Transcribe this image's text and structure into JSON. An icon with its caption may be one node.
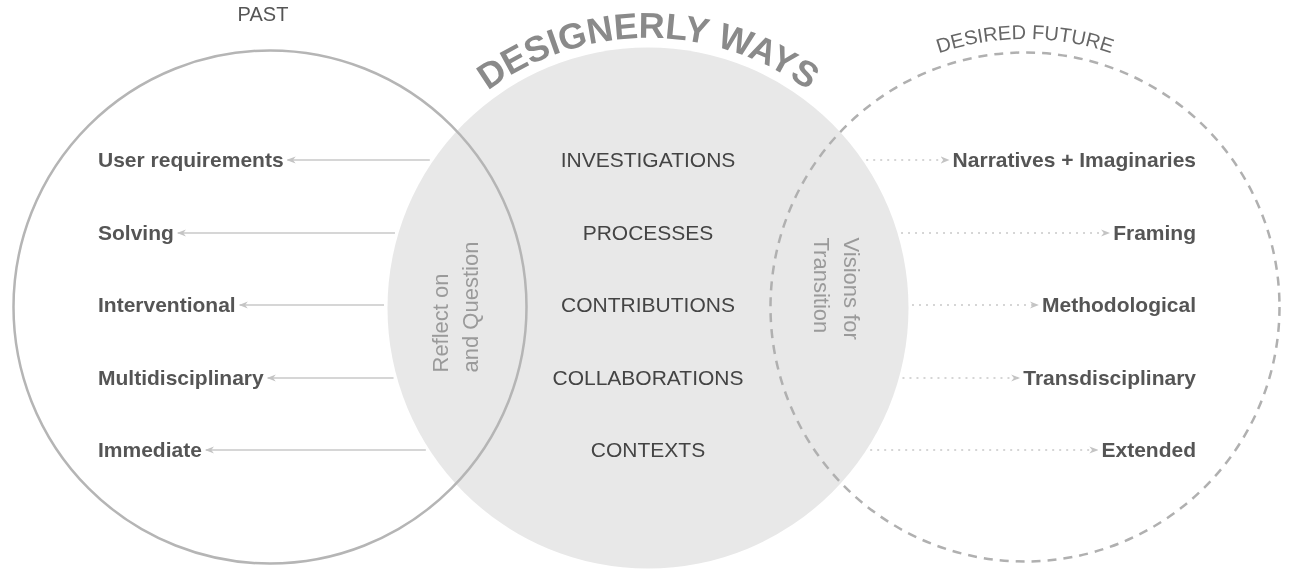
{
  "diagram": {
    "nodes": [
      {
        "text": [
          "PAST"
        ]
      },
      {
        "text": [
          "DESIGNERLY WAYS",
          "INVESTIGATIONS",
          "PROCESSES",
          "CONTRIBUTIONS",
          "COLLABORATIONS",
          "CONTEXTS"
        ]
      },
      {
        "text": [
          "DESIRED FUTURE"
        ]
      },
      {
        "text": [
          "User requirements"
        ],
        "in": 0
      },
      {
        "text": [
          "Solving"
        ],
        "in": 0
      },
      {
        "text": [
          "Interventional"
        ],
        "in": 0
      },
      {
        "text": [
          "Multidisciplinary"
        ],
        "in": 0
      },
      {
        "text": [
          "Immediate"
        ],
        "in": 0
      },
      {
        "text": [
          "Narratives + Imaginaries"
        ],
        "in": 2
      },
      {
        "text": [
          "Framing"
        ],
        "in": 2
      },
      {
        "text": [
          "Methodological"
        ],
        "in": 2
      },
      {
        "text": [
          "Transdisciplinary"
        ],
        "in": 2
      },
      {
        "text": [
          "Extended"
        ],
        "in": 2
      }
    ],
    "edges": [
      {
        "from": 1,
        "to": 3,
        "arrow": "to"
      },
      {
        "from": 1,
        "to": 4,
        "arrow": "to"
      },
      {
        "from": 1,
        "to": 5,
        "arrow": "to"
      },
      {
        "from": 1,
        "to": 6,
        "arrow": "to"
      },
      {
        "from": 1,
        "to": 7,
        "arrow": "to"
      },
      {
        "from": 1,
        "to": 8,
        "arrow": "to",
        "style": "dashed"
      },
      {
        "from": 1,
        "to": 9,
        "arrow": "to",
        "style": "dashed"
      },
      {
        "from": 1,
        "to": 10,
        "arrow": "to",
        "style": "dashed"
      },
      {
        "from": 1,
        "to": 11,
        "arrow": "to",
        "style": "dashed"
      },
      {
        "from": 1,
        "to": 12,
        "arrow": "to",
        "style": "dashed"
      }
    ],
    "labels": [
      "Reflect on and Question",
      "Visions for Transition"
    ]
  }
}
